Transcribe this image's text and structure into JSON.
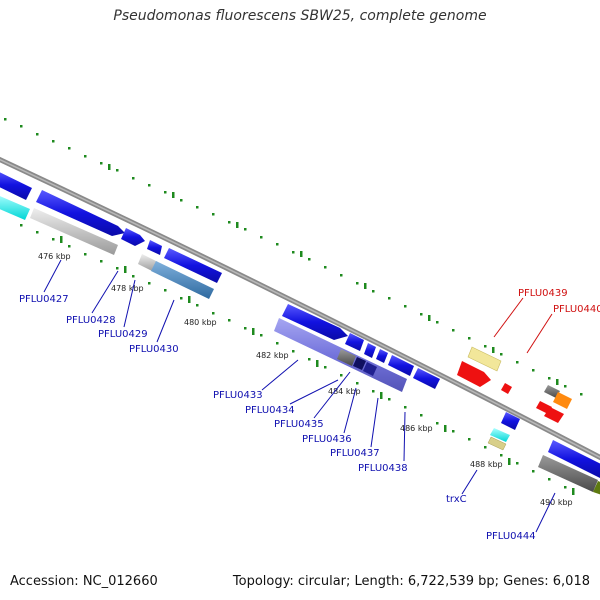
{
  "title": "Pseudomonas fluorescens SBW25, complete genome",
  "footer": {
    "accession": "Accession: NC_012660",
    "summary": "Topology: circular; Length: 6,722,539 bp; Genes: 6,018"
  },
  "colors": {
    "forward_gene": "#1f1fe6",
    "reverse_gene": "#7b7be0",
    "backbone": "#8a8a8a",
    "tick": "#1e8a1e",
    "label_blue": "#1010b0",
    "label_red": "#d01010"
  },
  "ticks": [
    "476 kbp",
    "478 kbp",
    "480 kbp",
    "482 kbp",
    "484 kbp",
    "486 kbp",
    "488 kbp",
    "490 kbp"
  ],
  "genes": [
    {
      "label": "PFLU0427",
      "color": "blue"
    },
    {
      "label": "PFLU0428",
      "color": "blue"
    },
    {
      "label": "PFLU0429",
      "color": "blue"
    },
    {
      "label": "PFLU0430",
      "color": "blue"
    },
    {
      "label": "PFLU0433",
      "color": "blue"
    },
    {
      "label": "PFLU0434",
      "color": "blue"
    },
    {
      "label": "PFLU0435",
      "color": "blue"
    },
    {
      "label": "PFLU0436",
      "color": "blue"
    },
    {
      "label": "PFLU0437",
      "color": "blue"
    },
    {
      "label": "PFLU0438",
      "color": "blue"
    },
    {
      "label": "trxC",
      "color": "blue"
    },
    {
      "label": "PFLU0444",
      "color": "blue"
    },
    {
      "label": "PFLU0439",
      "color": "red"
    },
    {
      "label": "PFLU0440",
      "color": "red"
    }
  ]
}
